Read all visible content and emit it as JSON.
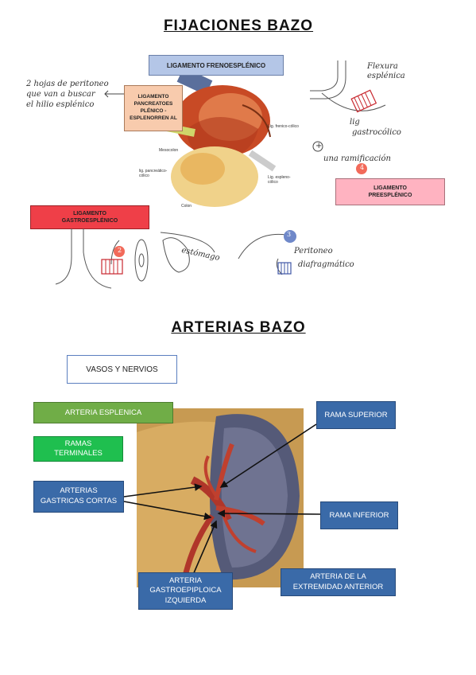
{
  "section1": {
    "title": "FIJACIONES BAZO",
    "boxes": {
      "frenoesplenico": "LIGAMENTO FRENOESPLÉNICO",
      "pancreatoes": "LIGAMENTO PANCREATOES PLÉNICO - ESPLENORREN AL",
      "preesplenico": "LIGAMENTO PREESPLÉNICO",
      "gastroesplenico": "LIGAMENTO GASTROESPLÉNICO"
    },
    "handwritten": {
      "peritoneo_line1": "2 hojas de peritoneo",
      "peritoneo_line2": "que van a buscar",
      "peritoneo_line3": "el hilio esplénico",
      "flexura1": "Flexura",
      "flexura2": "esplénica",
      "lig_gastro1": "lig",
      "lig_gastro2": "gastrocólico",
      "plus": "+",
      "ramificacion": "una ramificación",
      "estomago": "estómago",
      "peritoneo_diaf1": "Peritoneo",
      "peritoneo_diaf2": "diafragmático",
      "num_4": "4",
      "num_2": "2",
      "num_3": "3"
    },
    "figure_labels": {
      "lig_frenico_colico": "Lig. frenico-cólico",
      "mesocolon": "Mesocolon",
      "lig_pancreatico": "lig. pancreático-cólico",
      "lig_esplenocolico": "Lig. espleno-cólico",
      "colon": "Colon"
    }
  },
  "section2": {
    "title": "ARTERIAS BAZO",
    "boxes": {
      "vasos": "VASOS Y NERVIOS",
      "arteria_esplenica": "ARTERIA ESPLENICA",
      "ramas_terminales": "RAMAS TERMINALES",
      "gastricas_cortas": "ARTERIAS GASTRICAS CORTAS",
      "rama_superior": "RAMA SUPERIOR",
      "rama_inferior": "RAMA INFERIOR",
      "gastroepiploica": "ARTERIA GASTROEPIPLOICA IZQUIERDA",
      "extremidad": "ARTERIA DE LA EXTREMIDAD ANTERIOR"
    }
  },
  "colors": {
    "frenoesplenico_bg": "#b4c6e7",
    "pancreatoes_bg": "#f8cbad",
    "preesplenico_bg": "#ffb3c1",
    "gastroesplenico_bg": "#ef3f48",
    "blue_box": "#3a6aa8",
    "green_box_1": "#70ad47",
    "green_box_2": "#1fbf4f"
  }
}
